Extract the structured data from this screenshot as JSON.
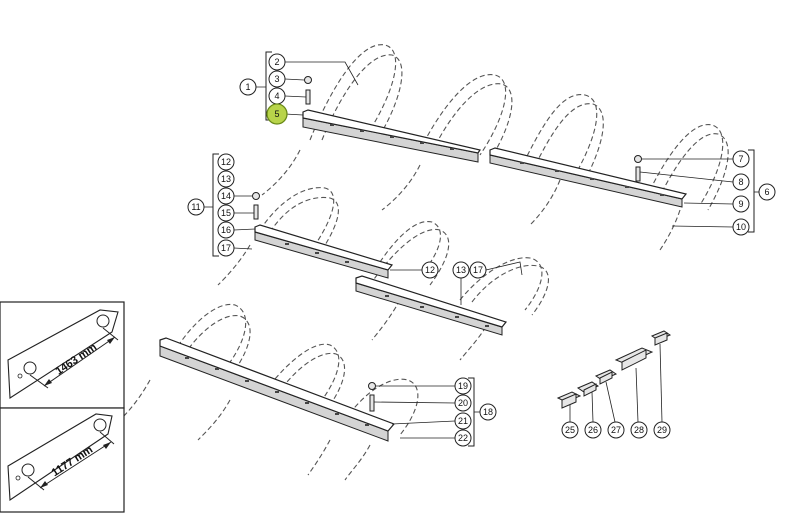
{
  "callouts": {
    "c1": "1",
    "c2": "2",
    "c3": "3",
    "c4": "4",
    "c5": "5",
    "c6": "6",
    "c7": "7",
    "c8": "8",
    "c9": "9",
    "c10": "10",
    "c11": "11",
    "c12": "12",
    "c13": "13",
    "c14": "14",
    "c15": "15",
    "c16": "16",
    "c17": "17",
    "c12b": "12",
    "c13b": "13",
    "c17b": "17",
    "c18": "18",
    "c19": "19",
    "c20": "20",
    "c21": "21",
    "c22": "22",
    "c25": "25",
    "c26": "26",
    "c27": "27",
    "c28": "28",
    "c29": "29"
  },
  "highlight_color": "#b8d44a",
  "dimensions": {
    "long_bar": "1463 mm",
    "short_bar": "1177 mm"
  }
}
